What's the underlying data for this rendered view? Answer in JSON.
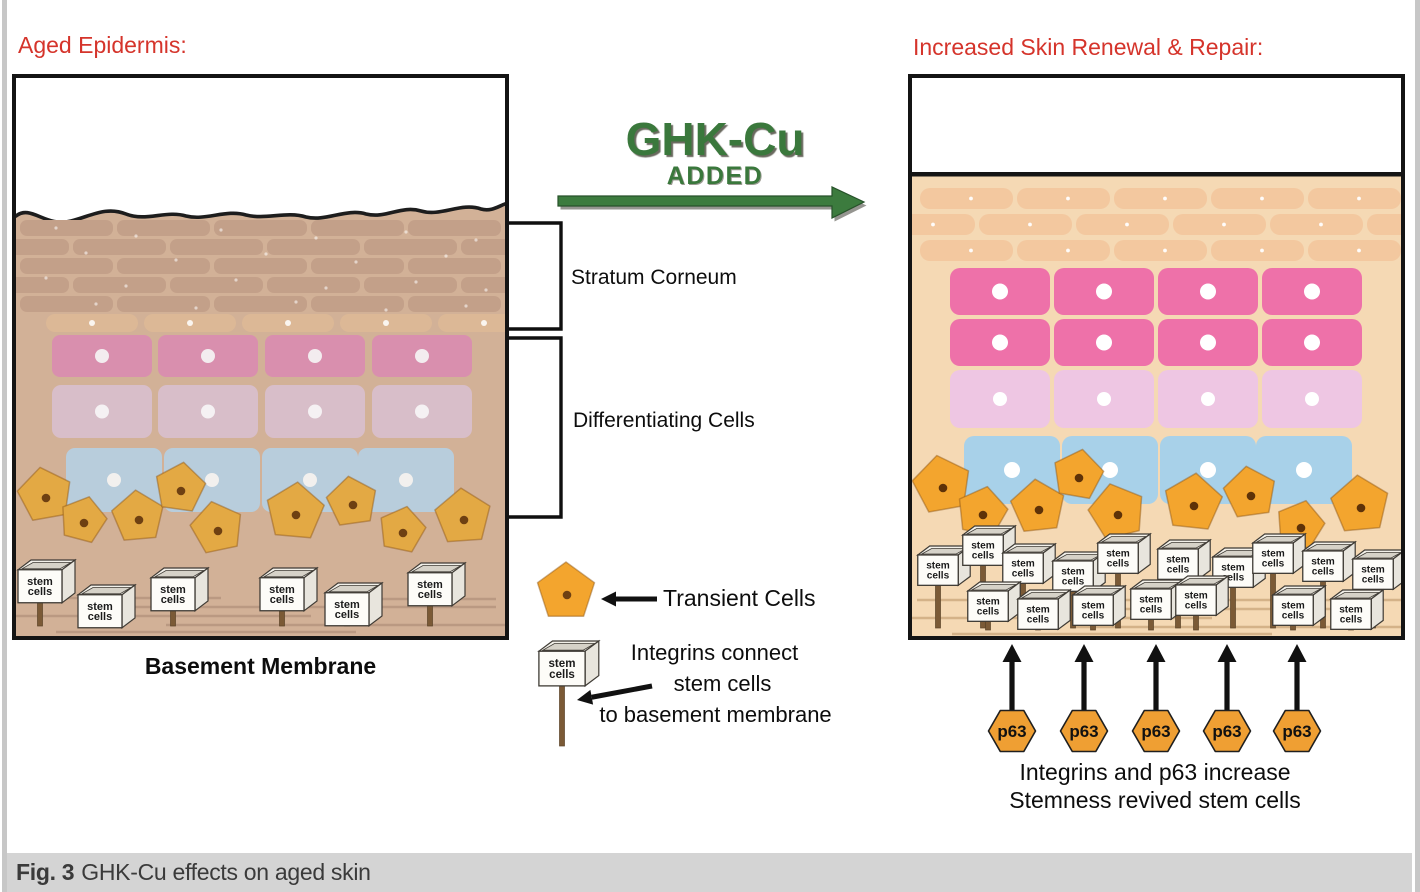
{
  "titles": {
    "aged": "Aged Epidermis:",
    "renewal": "Increased Skin Renewal & Repair:"
  },
  "center": {
    "heading": "GHK-Cu",
    "subheading": "ADDED",
    "stratum": "Stratum Corneum",
    "differentiating": "Differentiating Cells",
    "transient": "Transient Cells",
    "integrins_line1": "Integrins connect",
    "integrins_line2": "stem cells",
    "integrins_line3": "to basement membrane"
  },
  "left_panel": {
    "basement": "Basement Membrane"
  },
  "right_panel": {
    "p63": "p63",
    "note_line1": "Integrins and p63 increase",
    "note_line2": "Stemness revived stem cells"
  },
  "stem_box": {
    "word1": "stem",
    "word2": "cells"
  },
  "caption": {
    "prefix": "Fig. 3",
    "text": "GHK-Cu effects on aged skin"
  },
  "colors": {
    "title_red": "#d5342b",
    "green": "#3a783c",
    "aged_tan": "#d2b197",
    "aged_brick": "#c3a089",
    "aged_light_brick": "#dcb896",
    "aged_pink": "#d98fae",
    "aged_light_pink": "#d8bec9",
    "aged_blue": "#b8cddc",
    "aged_pentagon": "#e3a944",
    "new_tan": "#f5d9b4",
    "new_brick": "#f3c89f",
    "new_pink": "#ee71a9",
    "new_light_pink": "#eec6e3",
    "new_blue": "#a8d1e9",
    "new_pentagon": "#f3a52e",
    "p63_orange": "#ef9f33",
    "caption_bg": "#d4d4d4"
  }
}
